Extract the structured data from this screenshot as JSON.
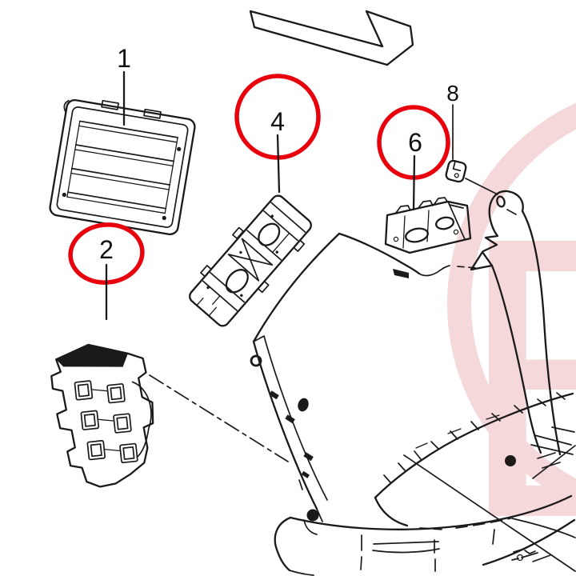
{
  "diagram": {
    "title": "scooter-front-fairing-parts-diagram",
    "background": "#ffffff"
  },
  "colors": {
    "line": "#1a1a1a",
    "annotation_red": "#e8000d",
    "watermark_pink": "#f5d8da"
  },
  "watermark": {
    "letter": "E"
  },
  "parts": [
    {
      "number": "1",
      "name": "louver-grille-panel",
      "circled": false
    },
    {
      "number": "2",
      "name": "left-mount-bracket",
      "circled": true
    },
    {
      "number": "4",
      "name": "center-truss-bracket",
      "circled": true
    },
    {
      "number": "6",
      "name": "small-side-bracket",
      "circled": true
    },
    {
      "number": "8",
      "name": "clip-fastener",
      "circled": false
    }
  ]
}
